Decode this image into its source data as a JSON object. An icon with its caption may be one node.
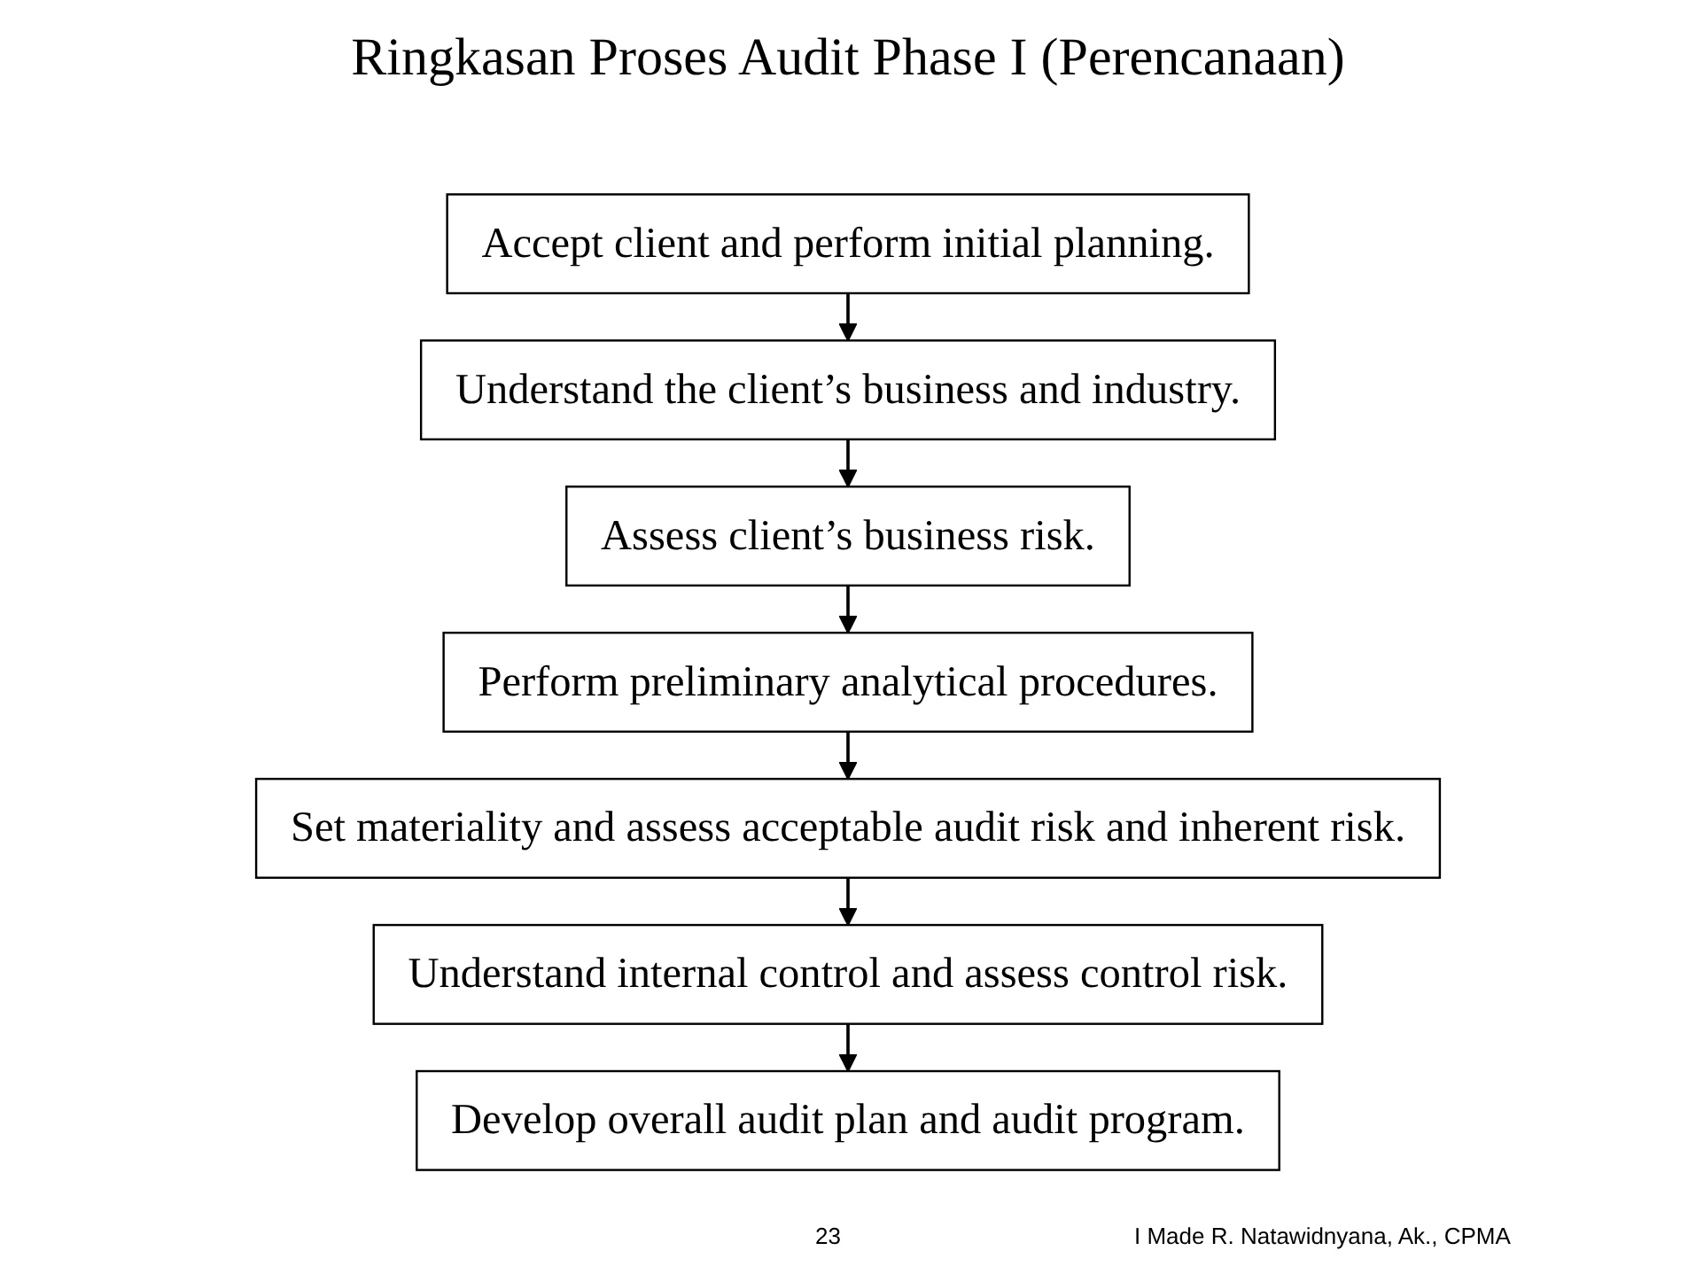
{
  "diagram": {
    "title": "Ringkasan Proses Audit Phase I (Perencanaan)",
    "nodes": [
      {
        "text": [
          "Accept client and perform initial planning."
        ]
      },
      {
        "text": [
          "Understand the client’s business and industry."
        ]
      },
      {
        "text": [
          "Assess client’s business risk."
        ]
      },
      {
        "text": [
          "Perform preliminary analytical procedures."
        ]
      },
      {
        "text": [
          "Set materiality and assess acceptable audit risk and inherent risk."
        ]
      },
      {
        "text": [
          "Understand internal control and assess control risk."
        ]
      },
      {
        "text": [
          "Develop overall audit plan and audit program."
        ]
      }
    ],
    "edges": [
      {
        "from": 0,
        "to": 1,
        "arrow": "to"
      },
      {
        "from": 1,
        "to": 2,
        "arrow": "to"
      },
      {
        "from": 2,
        "to": 3,
        "arrow": "to"
      },
      {
        "from": 3,
        "to": 4,
        "arrow": "to"
      },
      {
        "from": 4,
        "to": 5,
        "arrow": "to"
      },
      {
        "from": 5,
        "to": 6,
        "arrow": "to"
      }
    ],
    "labels": [
      "23",
      "I Made R. Natawidnyana, Ak., CPMA"
    ]
  }
}
